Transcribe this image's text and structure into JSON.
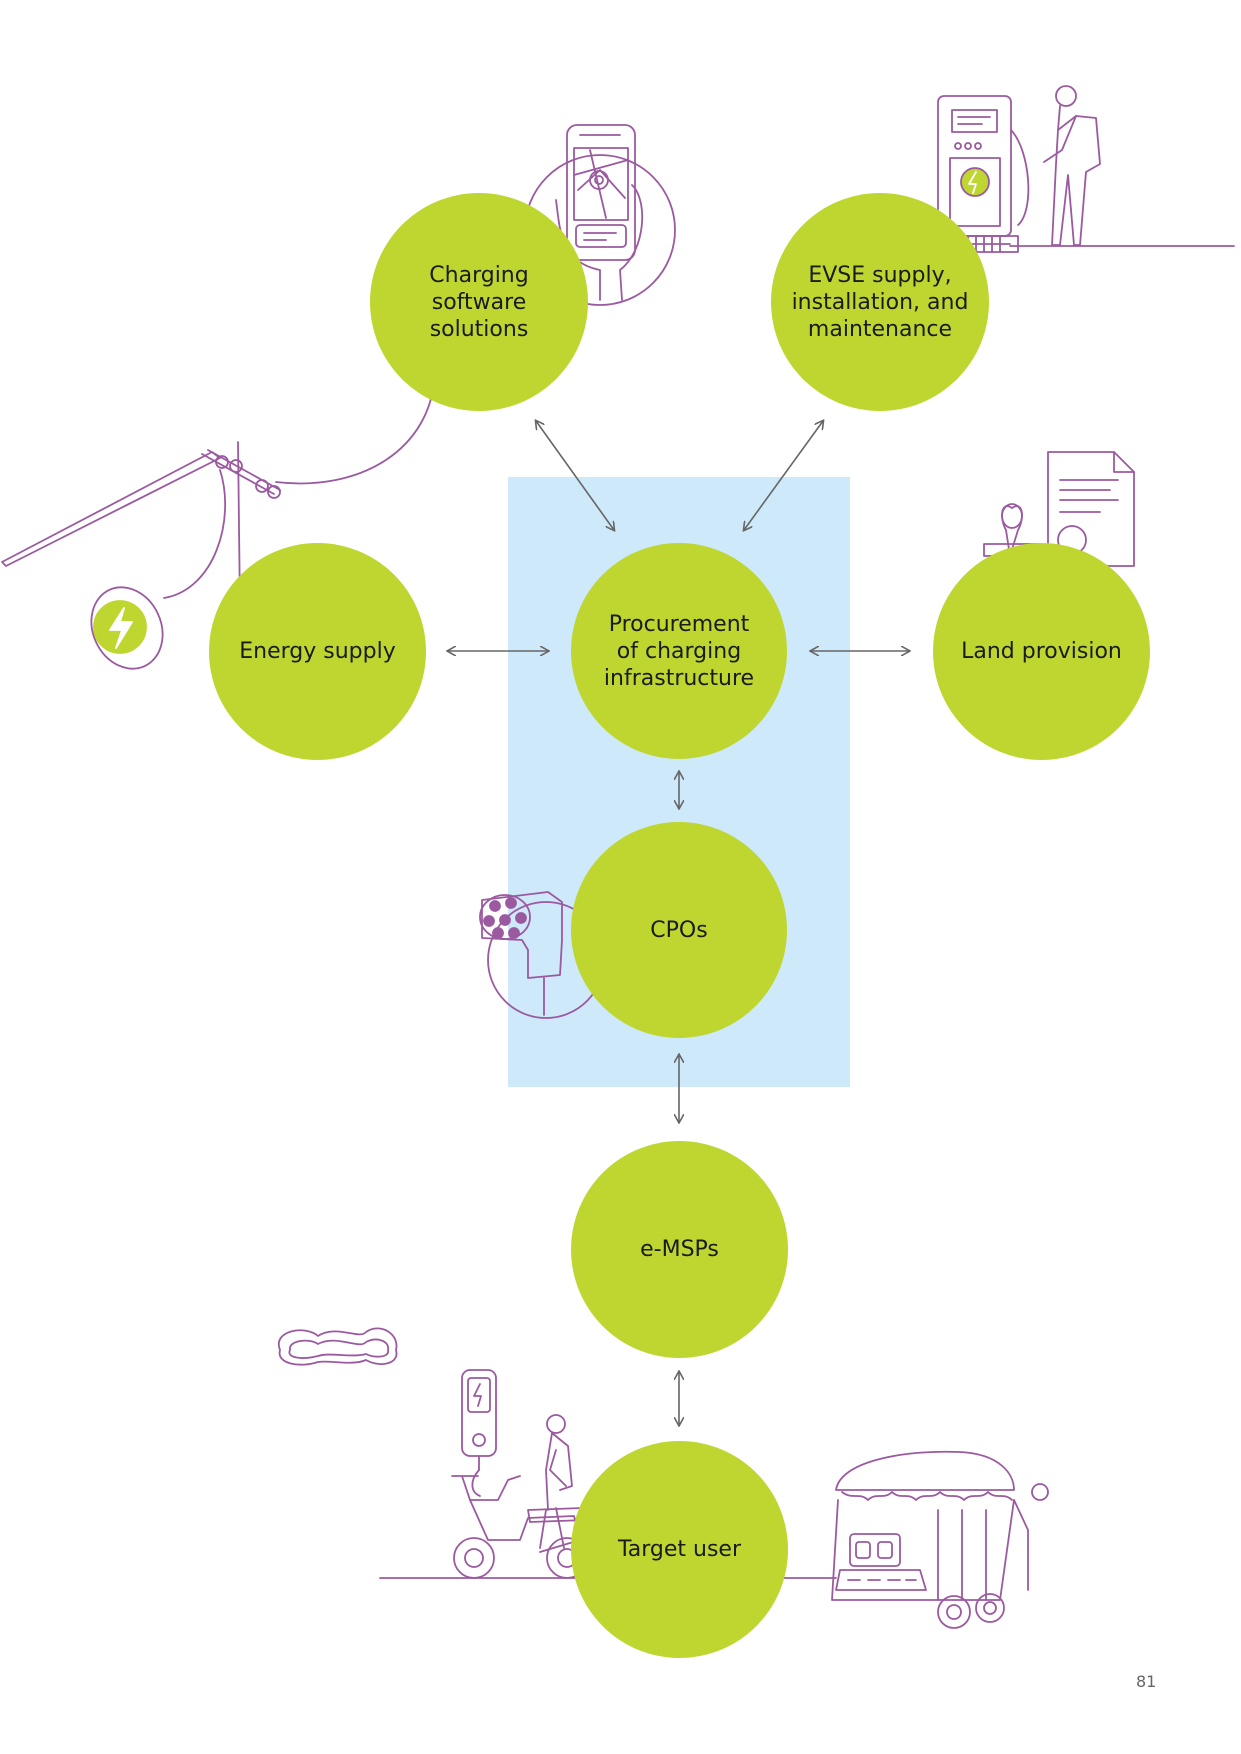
{
  "colors": {
    "node_fill": "#bfd630",
    "highlight_fill": "#cde9fa",
    "illustration_stroke": "#9b5aa0",
    "arrow_stroke": "#666666"
  },
  "nodes": {
    "software": "Charging\nsoftware\nsolutions",
    "evse": "EVSE supply,\ninstallation, and\nmaintenance",
    "energy": "Energy supply",
    "procurement": "Procurement\nof charging\ninfrastructure",
    "land": "Land provision",
    "cpos": "CPOs",
    "emsps": "e-MSPs",
    "target": "Target user"
  },
  "page_number": "81",
  "icons": [
    "smartphone-map-icon",
    "charging-station-worker-icon",
    "power-pole-icon",
    "lightning-plug-icon",
    "stamp-document-icon",
    "charging-connector-icon",
    "cloud-icon",
    "scooter-charger-icon",
    "auto-rickshaw-icon"
  ]
}
